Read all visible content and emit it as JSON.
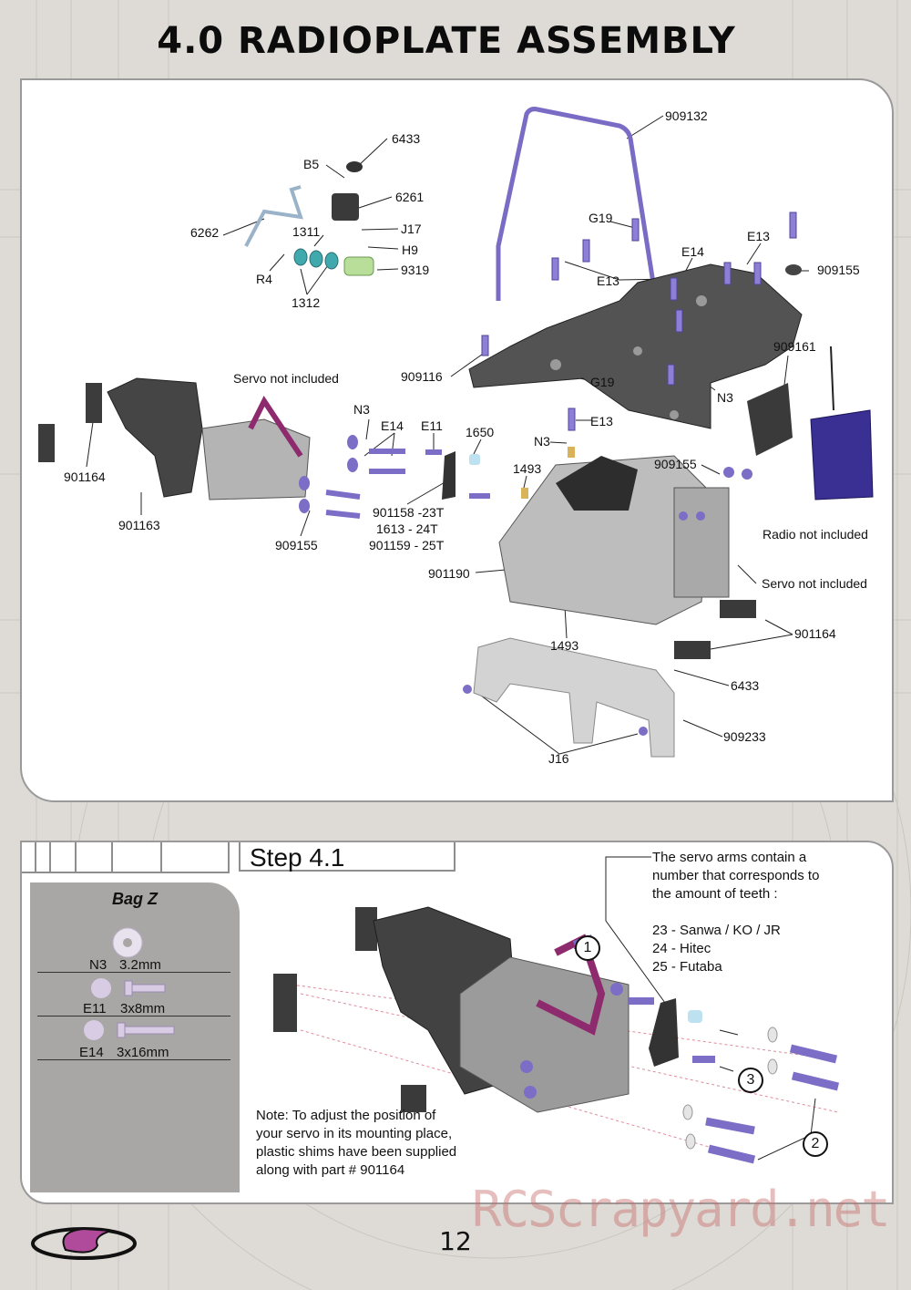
{
  "title": "4.0 RADIOPLATE ASSEMBLY",
  "labels": {
    "l909132": "909132",
    "l6433a": "6433",
    "lB5": "B5",
    "l6261": "6261",
    "l6262": "6262",
    "l1311": "1311",
    "lJ17": "J17",
    "lH9": "H9",
    "l9319": "9319",
    "lR4": "R4",
    "l1312": "1312",
    "lG19a": "G19",
    "lE13a": "E13",
    "lE14a": "E14",
    "l909155a": "909155",
    "lE13b": "E13",
    "l909116": "909116",
    "lG19b": "G19",
    "l909161": "909161",
    "lN3a": "N3",
    "lServoNI1": "Servo not included",
    "lN3b": "N3",
    "lE14b": "E14",
    "lE11": "E11",
    "l1650": "1650",
    "lE13c": "E13",
    "lN3c": "N3",
    "l1493a": "1493",
    "l909155b": "909155",
    "l901164a": "901164",
    "l901163": "901163",
    "l909155c": "909155",
    "l901158": "901158 -23T",
    "l1613": "1613 - 24T",
    "l901159": "901159 - 25T",
    "lRadioNI": "Radio not included",
    "l901190": "901190",
    "lServoNI2": "Servo not included",
    "l901164b": "901164",
    "l1493b": "1493",
    "l6433b": "6433",
    "l909233": "909233",
    "lJ16": "J16"
  },
  "step": {
    "title": "Step 4.1",
    "bag_title": "Bag Z",
    "bag_items": [
      {
        "code": "N3",
        "size": "3.2mm"
      },
      {
        "code": "E11",
        "size": "3x8mm"
      },
      {
        "code": "E14",
        "size": "3x16mm"
      }
    ],
    "callout": {
      "line1": "The servo arms contain a",
      "line2": "number that corresponds to",
      "line3": "the amount of teeth :",
      "line4": "23 - Sanwa / KO / JR",
      "line5": "24 - Hitec",
      "line6": "25 - Futaba"
    },
    "note": {
      "line1": "Note: To adjust the position of",
      "line2": "your servo in its mounting place,",
      "line3": "plastic shims have been supplied",
      "line4": "along with part # 901164"
    },
    "circles": [
      "1",
      "2",
      "3"
    ]
  },
  "page_number": "12",
  "watermark": "RCScrapyard.net",
  "colors": {
    "purple": "#7a6bc4",
    "dark_part": "#3e3e3e",
    "silver": "#c9c9c9",
    "teal": "#3fa7a8"
  }
}
